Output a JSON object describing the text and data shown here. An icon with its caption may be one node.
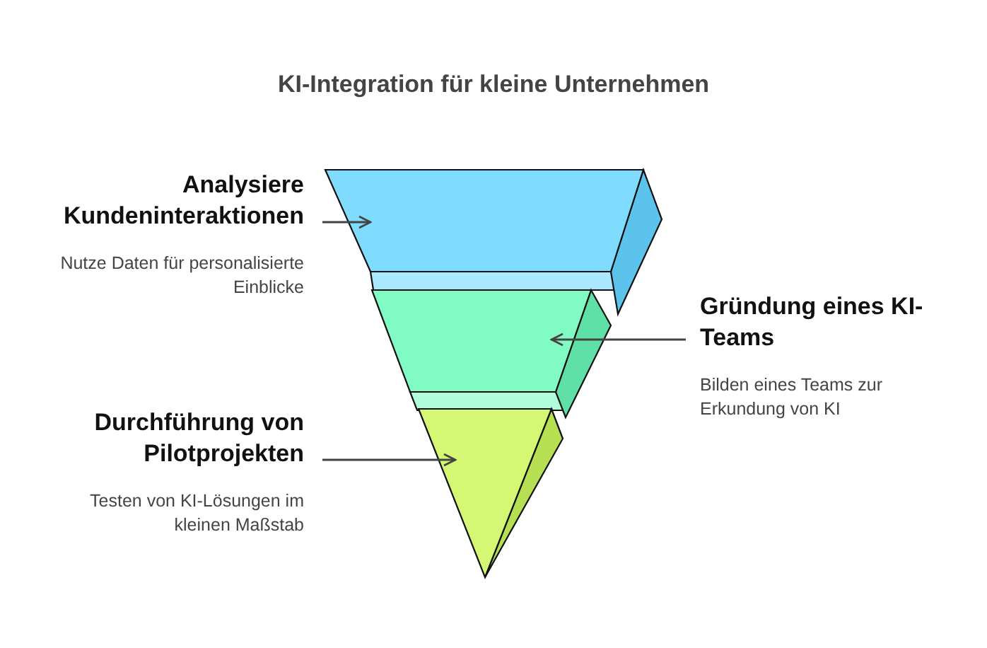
{
  "diagram": {
    "title": "KI-Integration für kleine Unternehmen",
    "nodes": [
      {
        "text": [
          "Analysiere Kundeninteraktionen",
          "Nutze Daten für personalisierte Einblicke"
        ]
      },
      {
        "text": [],
        "shape": "trapezoid"
      },
      {
        "text": [
          "Gründung eines KI-Teams",
          "Bilden eines Teams zur Erkundung von KI"
        ]
      },
      {
        "text": [],
        "shape": "trapezoid"
      },
      {
        "text": [
          "Durchführung von Pilotprojekten",
          "Testen von KI-Lösungen im kleinen Maßstab"
        ]
      },
      {
        "text": [],
        "shape": "triangle"
      }
    ],
    "edges": [
      {
        "from": 0,
        "to": 1,
        "arrow": "to"
      },
      {
        "from": 2,
        "to": 3,
        "arrow": "to"
      },
      {
        "from": 4,
        "to": 5,
        "arrow": "to"
      }
    ]
  }
}
